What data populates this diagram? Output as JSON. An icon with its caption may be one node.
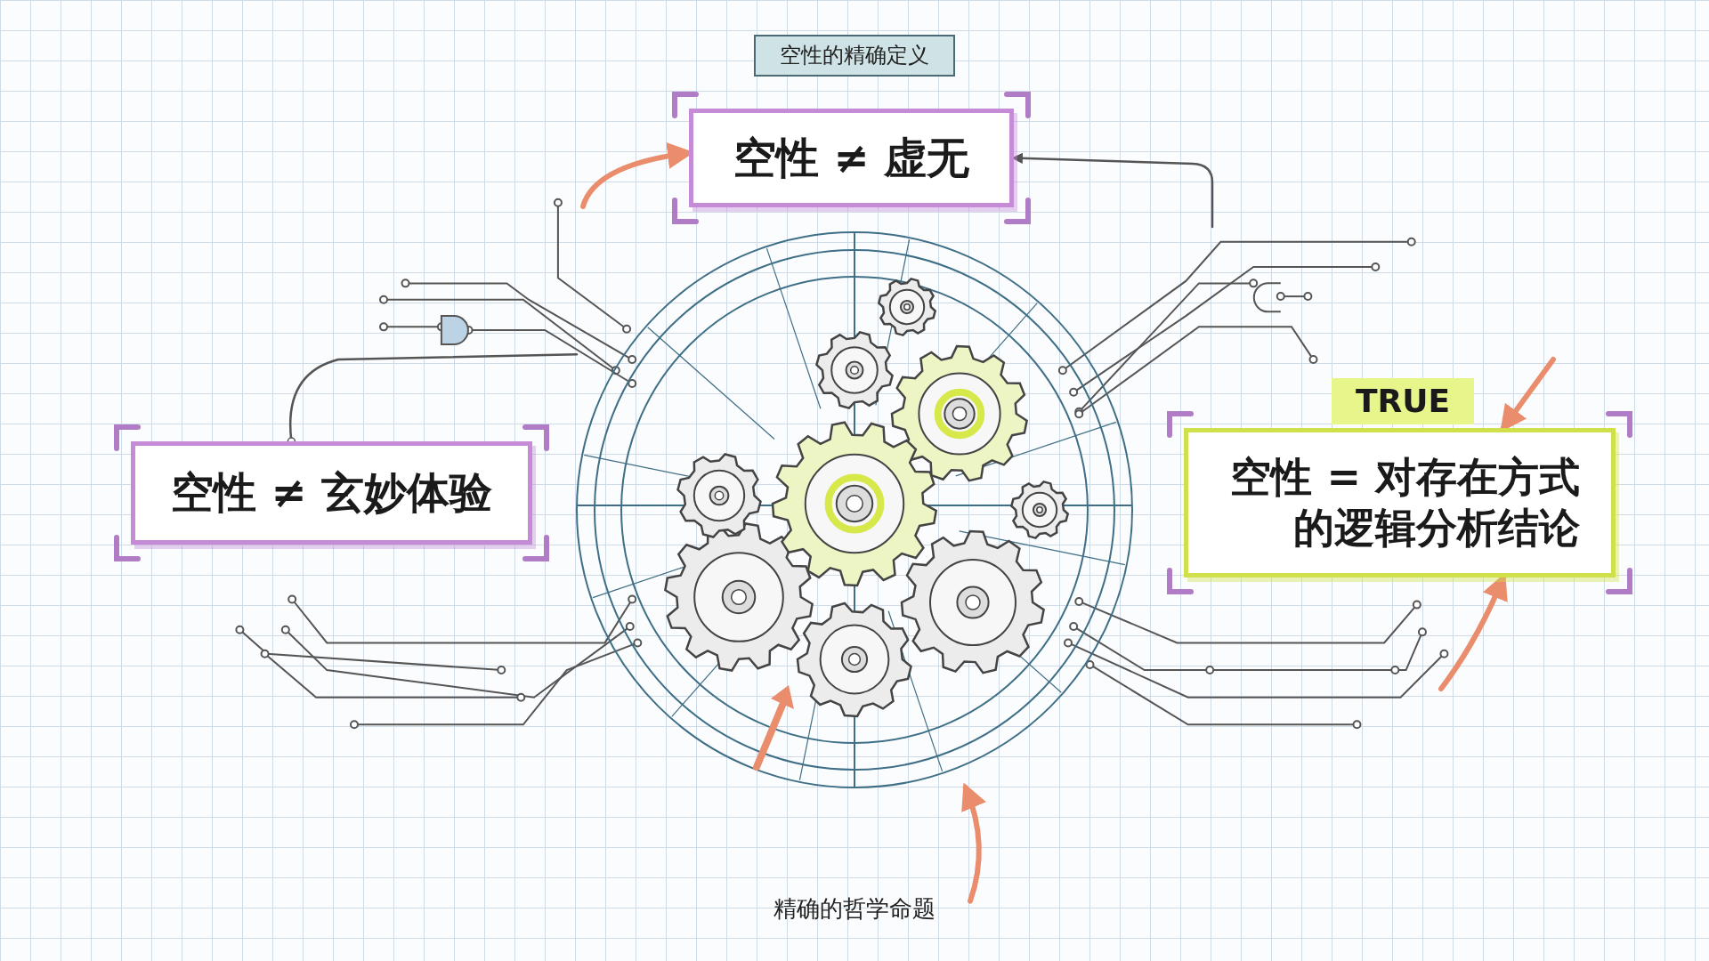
{
  "diagram": {
    "title": "空性的精确定义",
    "nodes": [
      {
        "text": [
          "空性 ≠ 虚无"
        ]
      },
      {
        "text": [
          "空性 ≠ 玄妙体验"
        ]
      },
      {
        "text": [
          "空性 = 对存在方式的逻辑分析结论"
        ],
        "beside": [
          "TRUE"
        ]
      },
      {
        "text": [],
        "shape": "picture"
      },
      {
        "text": [
          "精确的哲学命题"
        ]
      }
    ],
    "edges": [
      {
        "from": null,
        "to": 0,
        "arrow": "to"
      },
      {
        "from": null,
        "to": 0,
        "arrow": "to",
        "color": "#555555"
      },
      {
        "from": null,
        "to": 2,
        "arrow": "to"
      },
      {
        "from": null,
        "to": 2,
        "arrow": "to"
      },
      {
        "from": 4,
        "to": 3,
        "arrow": "to"
      },
      {
        "from": 1,
        "to": 3,
        "arrow": "other",
        "color": "#555555"
      }
    ]
  }
}
